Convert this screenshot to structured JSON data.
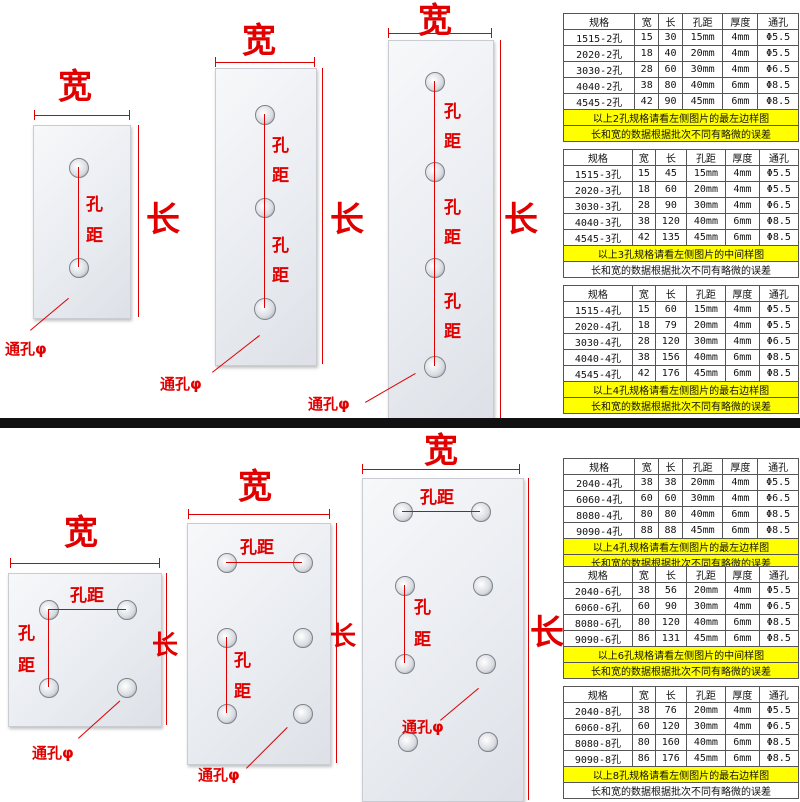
{
  "labels": {
    "width": "宽",
    "length": "长",
    "hole_pitch": "孔距",
    "hole_pitch_1": "孔",
    "hole_pitch_2": "距",
    "through_hole": "通孔φ"
  },
  "tables": [
    {
      "headers": [
        "规格",
        "宽",
        "长",
        "孔距",
        "厚度",
        "通孔"
      ],
      "rows": [
        [
          "1515-2孔",
          "15",
          "30",
          "15mm",
          "4mm",
          "Φ5.5"
        ],
        [
          "2020-2孔",
          "18",
          "40",
          "20mm",
          "4mm",
          "Φ5.5"
        ],
        [
          "3030-2孔",
          "28",
          "60",
          "30mm",
          "4mm",
          "Φ6.5"
        ],
        [
          "4040-2孔",
          "38",
          "80",
          "40mm",
          "6mm",
          "Φ8.5"
        ],
        [
          "4545-2孔",
          "42",
          "90",
          "45mm",
          "6mm",
          "Φ8.5"
        ]
      ],
      "note": "以上2孔规格请看左侧图片的最左边样图",
      "note2": "长和宽的数据根据批次不同有略微的误差"
    },
    {
      "headers": [
        "规格",
        "宽",
        "长",
        "孔距",
        "厚度",
        "通孔"
      ],
      "rows": [
        [
          "1515-3孔",
          "15",
          "45",
          "15mm",
          "4mm",
          "Φ5.5"
        ],
        [
          "2020-3孔",
          "18",
          "60",
          "20mm",
          "4mm",
          "Φ5.5"
        ],
        [
          "3030-3孔",
          "28",
          "90",
          "30mm",
          "4mm",
          "Φ6.5"
        ],
        [
          "4040-3孔",
          "38",
          "120",
          "40mm",
          "6mm",
          "Φ8.5"
        ],
        [
          "4545-3孔",
          "42",
          "135",
          "45mm",
          "6mm",
          "Φ8.5"
        ]
      ],
      "note": "以上3孔规格请看左侧图片的中间样图",
      "note2": "长和宽的数据根据批次不同有略微的误差"
    },
    {
      "headers": [
        "规格",
        "宽",
        "长",
        "孔距",
        "厚度",
        "通孔"
      ],
      "rows": [
        [
          "1515-4孔",
          "15",
          "60",
          "15mm",
          "4mm",
          "Φ5.5"
        ],
        [
          "2020-4孔",
          "18",
          "79",
          "20mm",
          "4mm",
          "Φ5.5"
        ],
        [
          "3030-4孔",
          "28",
          "120",
          "30mm",
          "4mm",
          "Φ6.5"
        ],
        [
          "4040-4孔",
          "38",
          "156",
          "40mm",
          "6mm",
          "Φ8.5"
        ],
        [
          "4545-4孔",
          "42",
          "176",
          "45mm",
          "6mm",
          "Φ8.5"
        ]
      ],
      "note": "以上4孔规格请看左侧图片的最右边样图",
      "note2": "长和宽的数据根据批次不同有略微的误差"
    },
    {
      "headers": [
        "规格",
        "宽",
        "长",
        "孔距",
        "厚度",
        "通孔"
      ],
      "rows": [
        [
          "2040-4孔",
          "38",
          "38",
          "20mm",
          "4mm",
          "Φ5.5"
        ],
        [
          "6060-4孔",
          "60",
          "60",
          "30mm",
          "4mm",
          "Φ6.5"
        ],
        [
          "8080-4孔",
          "80",
          "80",
          "40mm",
          "6mm",
          "Φ8.5"
        ],
        [
          "9090-4孔",
          "88",
          "88",
          "45mm",
          "6mm",
          "Φ8.5"
        ]
      ],
      "note": "以上4孔规格请看左侧图片的最左边样图",
      "note2": "长和宽的数据根据批次不同有略微的误差"
    },
    {
      "headers": [
        "规格",
        "宽",
        "长",
        "孔距",
        "厚度",
        "通孔"
      ],
      "rows": [
        [
          "2040-6孔",
          "38",
          "56",
          "20mm",
          "4mm",
          "Φ5.5"
        ],
        [
          "6060-6孔",
          "60",
          "90",
          "30mm",
          "4mm",
          "Φ6.5"
        ],
        [
          "8080-6孔",
          "80",
          "120",
          "40mm",
          "6mm",
          "Φ8.5"
        ],
        [
          "9090-6孔",
          "86",
          "131",
          "45mm",
          "6mm",
          "Φ8.5"
        ]
      ],
      "note": "以上6孔规格请看左侧图片的中间样图",
      "note2": "长和宽的数据根据批次不同有略微的误差"
    },
    {
      "headers": [
        "规格",
        "宽",
        "长",
        "孔距",
        "厚度",
        "通孔"
      ],
      "rows": [
        [
          "2040-8孔",
          "38",
          "76",
          "20mm",
          "4mm",
          "Φ5.5"
        ],
        [
          "6060-8孔",
          "60",
          "120",
          "30mm",
          "4mm",
          "Φ6.5"
        ],
        [
          "8080-8孔",
          "80",
          "160",
          "40mm",
          "6mm",
          "Φ8.5"
        ],
        [
          "9090-8孔",
          "86",
          "176",
          "45mm",
          "6mm",
          "Φ8.5"
        ]
      ],
      "note": "以上8孔规格请看左侧图片的最右边样图",
      "note2": "长和宽的数据根据批次不同有略微的误差"
    }
  ],
  "colors": {
    "accent": "#e00000",
    "highlight": "#ffff00"
  }
}
